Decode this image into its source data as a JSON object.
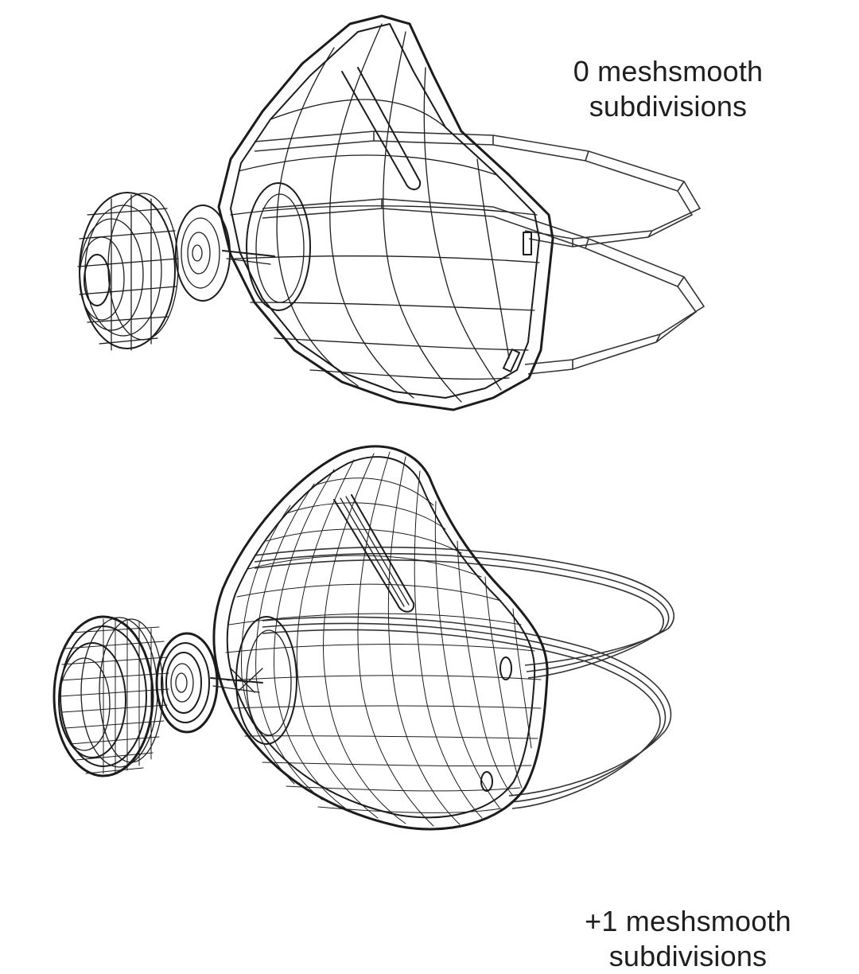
{
  "figure": {
    "panels": [
      {
        "id": "coarse",
        "label_line1": "0 meshsmooth",
        "label_line2": "subdivisions",
        "subject": "respirator-mask-wireframe",
        "subdivision_level": 0
      },
      {
        "id": "smooth",
        "label_line1": "+1 meshsmooth",
        "label_line2": "subdivisions",
        "subject": "respirator-mask-wireframe",
        "subdivision_level": 1
      }
    ],
    "colors": {
      "background": "#ffffff",
      "wire": "#1c1c1c",
      "text": "#1e1e1e"
    }
  }
}
